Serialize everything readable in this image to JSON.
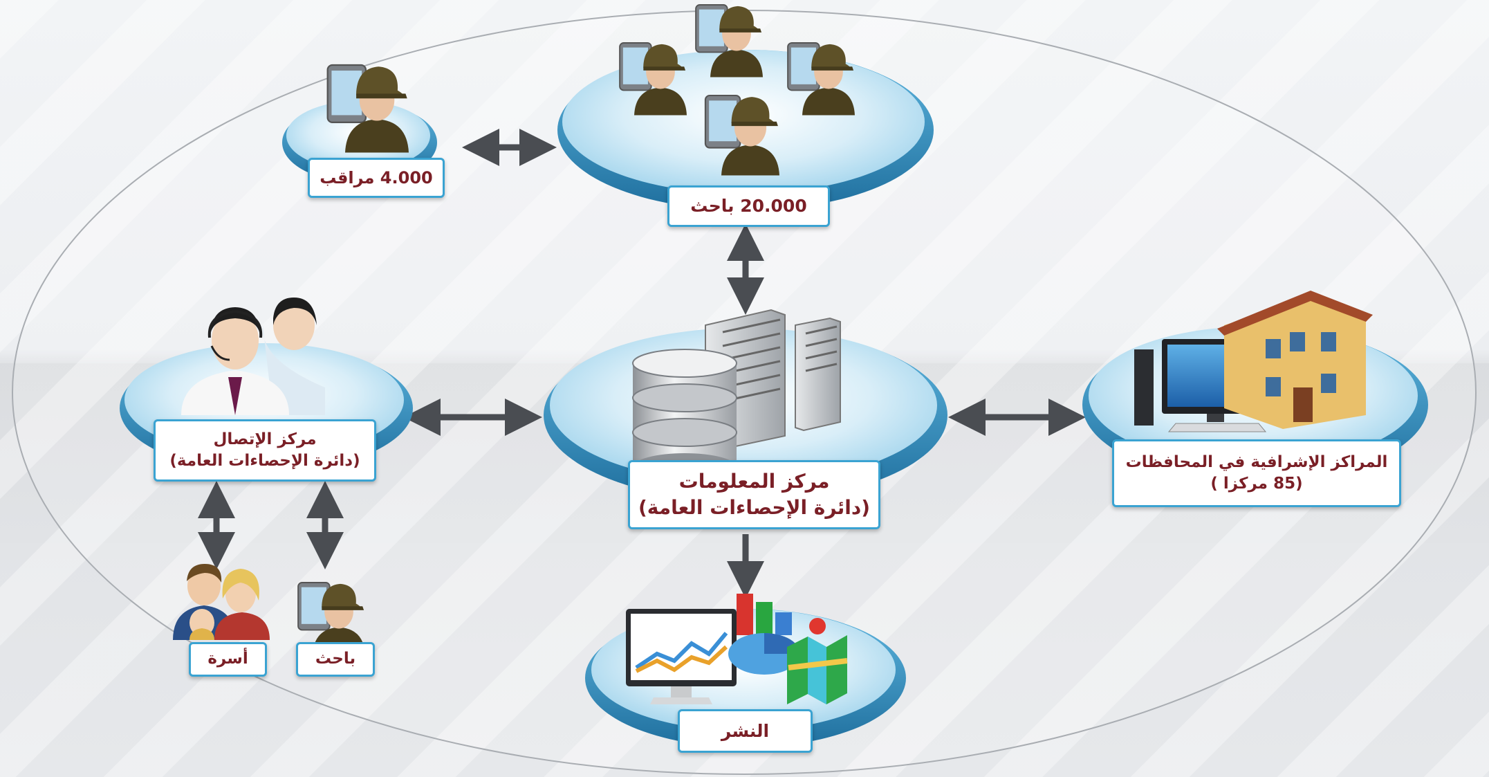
{
  "nodes": {
    "observers": {
      "label": "4.000 مراقب"
    },
    "researchers": {
      "label": "20.000 باحث"
    },
    "contact_center": {
      "line1": "مركز الإتصال",
      "line2": "(دائرة الإحصاءات العامة)"
    },
    "info_center": {
      "line1": "مركز المعلومات",
      "line2": "(دائرة الإحصاءات العامة)"
    },
    "supervisory_centers": {
      "line1": "المراكز الإشرافية في المحافظات",
      "line2": "(85 مركزا )"
    },
    "family": {
      "label": "أسرة"
    },
    "researcher": {
      "label": "باحث"
    },
    "publishing": {
      "label": "النشر"
    }
  },
  "colors": {
    "label_text": "#7a1f26",
    "label_border": "#3aa3d2",
    "disc_edge": "#2c8cbd",
    "arrow": "#4a4d52",
    "cap": "#5e5128",
    "shirt": "#4a3f1e"
  },
  "icons": [
    "tablet-icon",
    "person-icon",
    "server-icon",
    "database-icon",
    "house-icon",
    "computer-icon",
    "chart-icon",
    "map-icon",
    "headset-icon",
    "family-icon"
  ]
}
